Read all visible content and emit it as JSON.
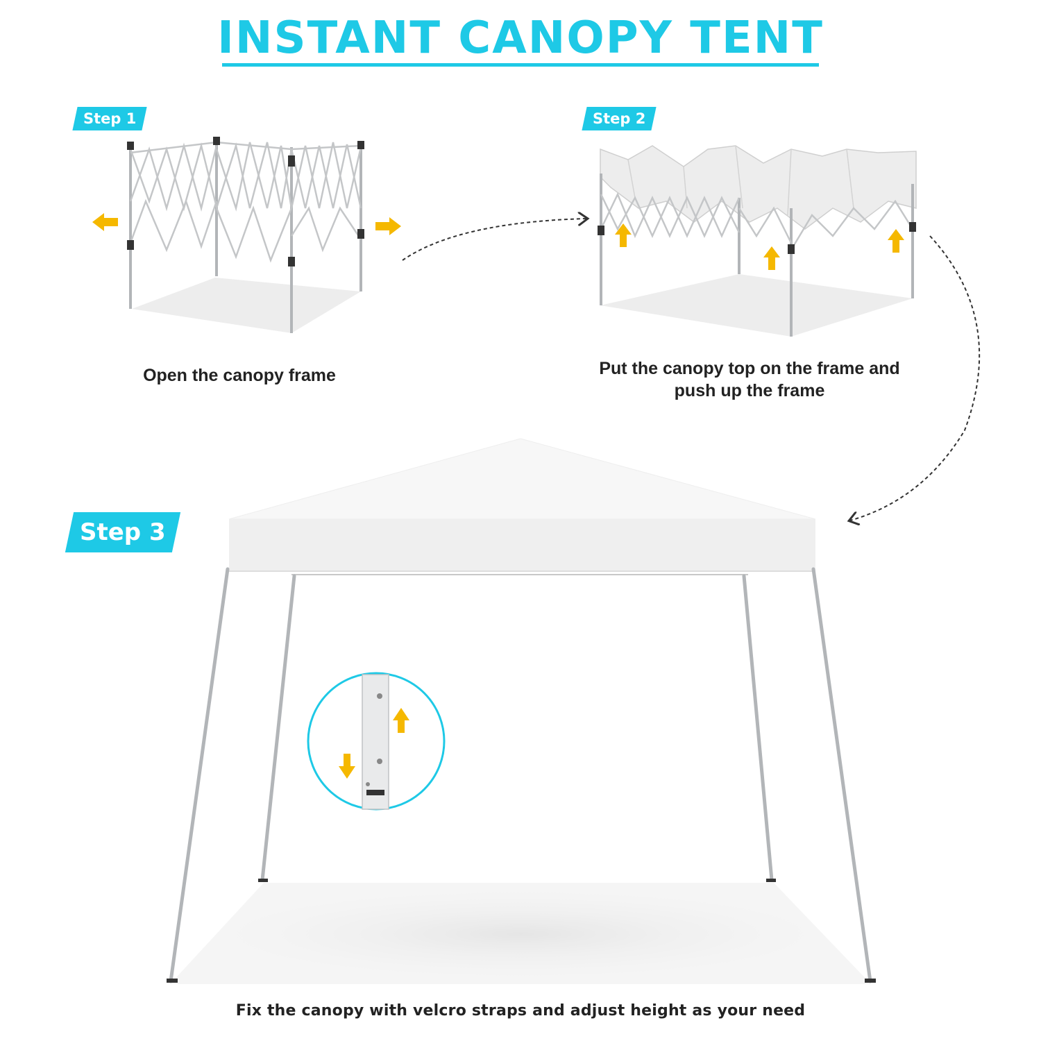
{
  "title": "INSTANT CANOPY TENT",
  "steps": [
    {
      "label": "Step 1",
      "caption": "Open the canopy frame"
    },
    {
      "label": "Step 2",
      "caption_line1": "Put the canopy top on the frame and",
      "caption_line2": "push up the frame"
    },
    {
      "label": "Step 3",
      "caption": "Fix the canopy with velcro straps and adjust height as your need"
    }
  ],
  "colors": {
    "accent": "#1ec9e6",
    "arrow": "#f5b800",
    "frame": "#b5b8bb",
    "canopy": "#f4f4f4"
  }
}
